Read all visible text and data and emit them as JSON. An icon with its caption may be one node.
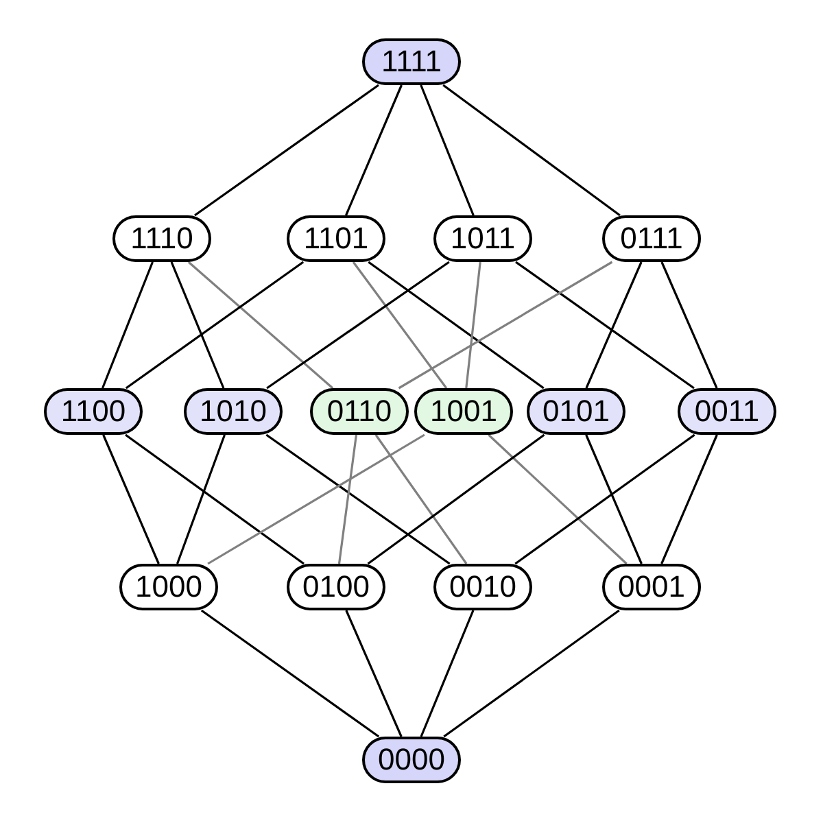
{
  "diagram": {
    "nodes": [
      {
        "text": [
          "1111"
        ]
      },
      {
        "text": [
          "1110"
        ]
      },
      {
        "text": [
          "1101"
        ]
      },
      {
        "text": [
          "1011"
        ]
      },
      {
        "text": [
          "0111"
        ]
      },
      {
        "text": [
          "1100"
        ]
      },
      {
        "text": [
          "1010"
        ]
      },
      {
        "text": [
          "0110"
        ]
      },
      {
        "text": [
          "1001"
        ]
      },
      {
        "text": [
          "0101"
        ]
      },
      {
        "text": [
          "0011"
        ]
      },
      {
        "text": [
          "1000"
        ]
      },
      {
        "text": [
          "0100"
        ]
      },
      {
        "text": [
          "0010"
        ]
      },
      {
        "text": [
          "0001"
        ]
      },
      {
        "text": [
          "0000"
        ]
      }
    ],
    "edges": [
      {
        "from": 0,
        "to": 1,
        "arrow": "none"
      },
      {
        "from": 0,
        "to": 2,
        "arrow": "none"
      },
      {
        "from": 0,
        "to": 3,
        "arrow": "none"
      },
      {
        "from": 0,
        "to": 4,
        "arrow": "none"
      },
      {
        "from": 1,
        "to": 5,
        "arrow": "none"
      },
      {
        "from": 1,
        "to": 6,
        "arrow": "none"
      },
      {
        "from": 1,
        "to": 7,
        "arrow": "none",
        "color": "#808080"
      },
      {
        "from": 2,
        "to": 5,
        "arrow": "none"
      },
      {
        "from": 2,
        "to": 8,
        "arrow": "none",
        "color": "#808080"
      },
      {
        "from": 2,
        "to": 9,
        "arrow": "none"
      },
      {
        "from": 3,
        "to": 6,
        "arrow": "none"
      },
      {
        "from": 3,
        "to": 8,
        "arrow": "none",
        "color": "#808080"
      },
      {
        "from": 3,
        "to": 10,
        "arrow": "none"
      },
      {
        "from": 4,
        "to": 7,
        "arrow": "none",
        "color": "#808080"
      },
      {
        "from": 4,
        "to": 9,
        "arrow": "none"
      },
      {
        "from": 4,
        "to": 10,
        "arrow": "none"
      },
      {
        "from": 5,
        "to": 11,
        "arrow": "none"
      },
      {
        "from": 5,
        "to": 12,
        "arrow": "none"
      },
      {
        "from": 6,
        "to": 11,
        "arrow": "none"
      },
      {
        "from": 6,
        "to": 13,
        "arrow": "none"
      },
      {
        "from": 7,
        "to": 12,
        "arrow": "none",
        "color": "#808080"
      },
      {
        "from": 7,
        "to": 13,
        "arrow": "none",
        "color": "#808080"
      },
      {
        "from": 8,
        "to": 11,
        "arrow": "none",
        "color": "#808080"
      },
      {
        "from": 8,
        "to": 14,
        "arrow": "none",
        "color": "#808080"
      },
      {
        "from": 9,
        "to": 12,
        "arrow": "none"
      },
      {
        "from": 9,
        "to": 14,
        "arrow": "none"
      },
      {
        "from": 10,
        "to": 13,
        "arrow": "none"
      },
      {
        "from": 10,
        "to": 14,
        "arrow": "none"
      },
      {
        "from": 11,
        "to": 15,
        "arrow": "none"
      },
      {
        "from": 12,
        "to": 15,
        "arrow": "none"
      },
      {
        "from": 13,
        "to": 15,
        "arrow": "none"
      },
      {
        "from": 14,
        "to": 15,
        "arrow": "none"
      }
    ]
  }
}
